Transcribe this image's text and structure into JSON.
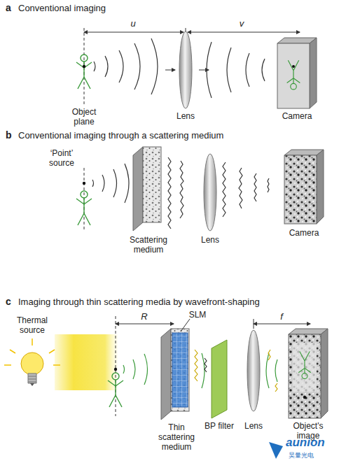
{
  "diagram": {
    "labels": [
      "a",
      "Conventional imaging",
      "u",
      "v",
      "Object plane",
      "Lens",
      "Camera",
      "b",
      "Conventional imaging through a scattering medium",
      "‘Point’ source",
      "Scattering medium",
      "Lens",
      "Camera",
      "c",
      "Imaging through thin scattering media by wavefront-shaping",
      "Thermal source",
      "R",
      "SLM",
      "f",
      "Thin scattering medium",
      "BP filter",
      "Lens",
      "Object's image",
      "aunion",
      "昊量光电"
    ]
  }
}
